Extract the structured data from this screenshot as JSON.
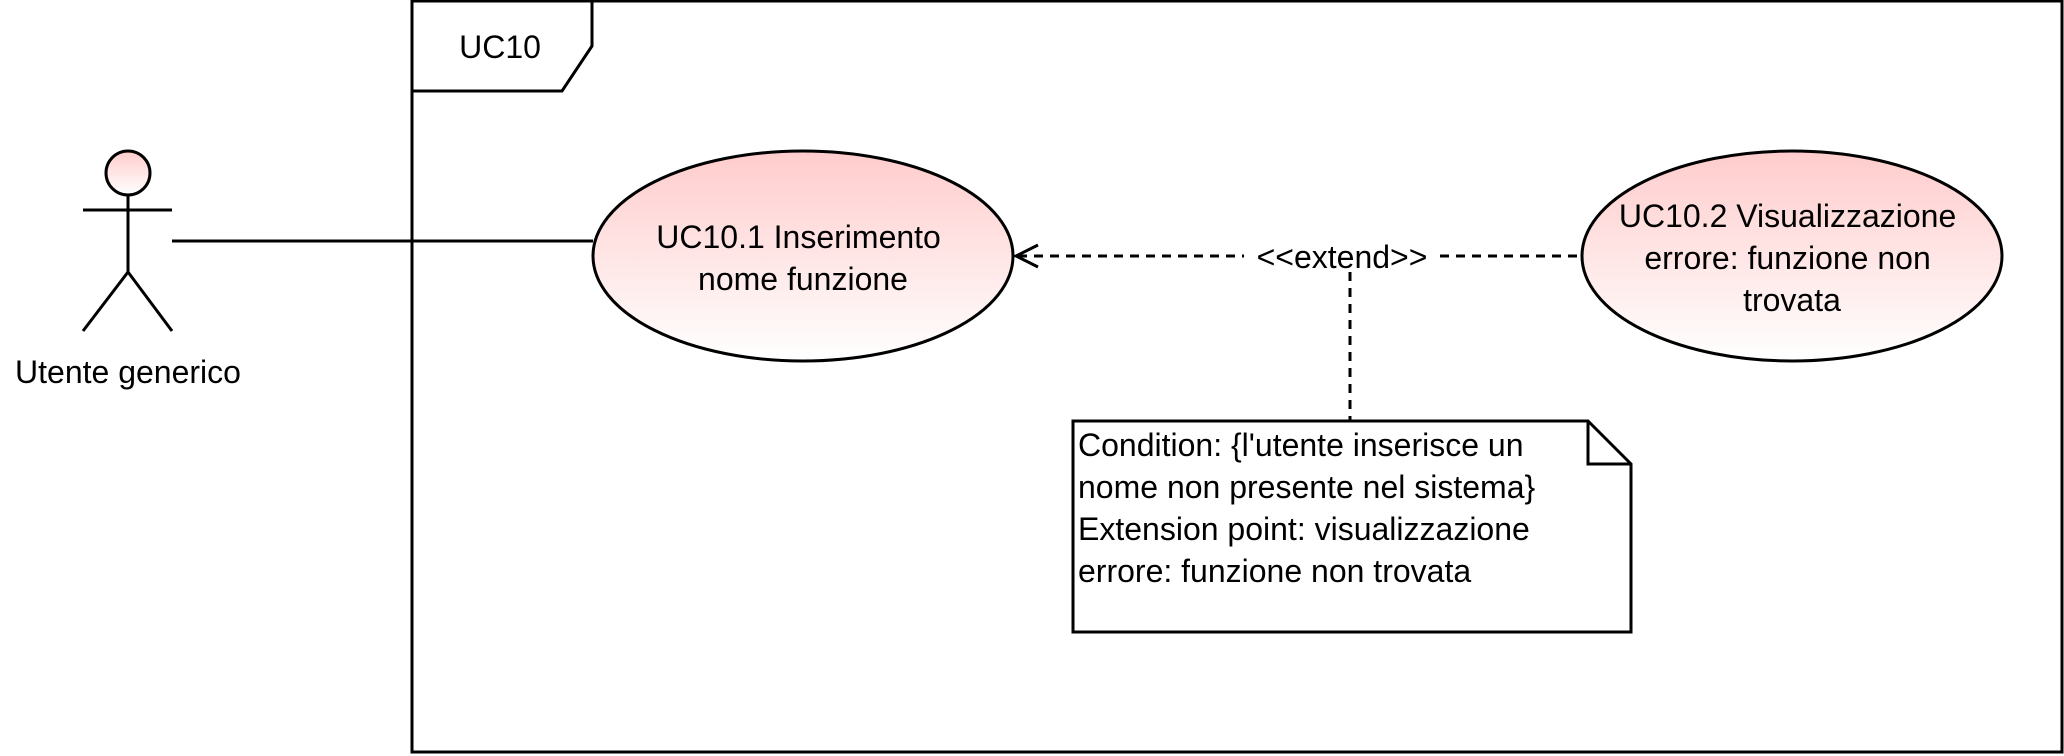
{
  "diagram": {
    "frame_label": "UC10",
    "actor": {
      "label": "Utente generico"
    },
    "use_cases": [
      {
        "id": "uc10-1",
        "lines": [
          "UC10.1 Inserimento",
          "nome funzione"
        ]
      },
      {
        "id": "uc10-2",
        "lines": [
          "UC10.2 Visualizzazione",
          "errore: funzione non",
          "trovata"
        ]
      }
    ],
    "extend_label": "<<extend>>",
    "note_lines": [
      "Condition: {l'utente inserisce un",
      "nome non presente nel sistema}",
      "Extension point: visualizzazione",
      "errore: funzione non trovata"
    ],
    "colors": {
      "use_case_top": "#ffcccc",
      "use_case_bottom": "#ffffff",
      "stroke": "#000000"
    }
  }
}
